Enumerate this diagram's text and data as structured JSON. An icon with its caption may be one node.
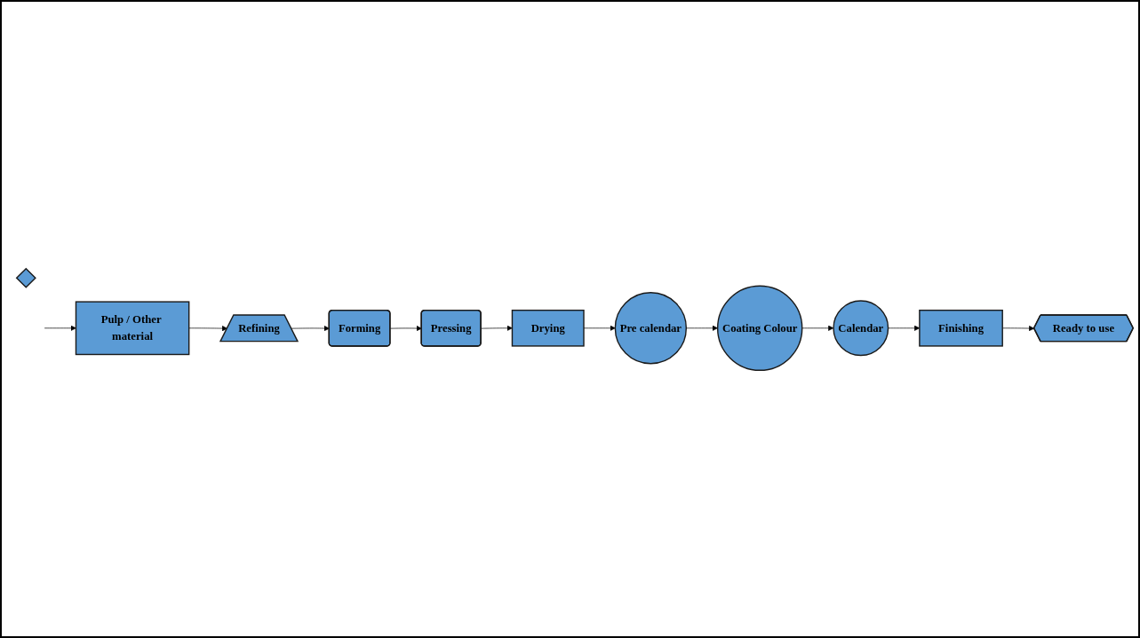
{
  "diagram": {
    "nodes": [
      {
        "text": [
          "Pulp / Other material"
        ]
      },
      {
        "text": [
          "Refining"
        ]
      },
      {
        "text": [
          "Forming"
        ]
      },
      {
        "text": [
          "Pressing"
        ]
      },
      {
        "text": [
          "Drying"
        ]
      },
      {
        "text": [
          "Pre calendar"
        ]
      },
      {
        "text": [],
        "shape": "diamond"
      },
      {
        "text": [
          "Coating Colour"
        ]
      },
      {
        "text": [
          "Calendar"
        ]
      },
      {
        "text": [
          "Finishing"
        ]
      },
      {
        "text": [
          "Ready to use"
        ]
      }
    ],
    "edges": [
      {
        "from": null,
        "to": 0,
        "arrow": "to"
      },
      {
        "from": 0,
        "to": 1,
        "arrow": "to"
      },
      {
        "from": 1,
        "to": 2,
        "arrow": "to"
      },
      {
        "from": 2,
        "to": 3,
        "arrow": "to"
      },
      {
        "from": 3,
        "to": 4,
        "arrow": "to"
      },
      {
        "from": 4,
        "to": 5,
        "arrow": "to"
      },
      {
        "from": 5,
        "to": 7,
        "arrow": "to"
      },
      {
        "from": 7,
        "to": 8,
        "arrow": "to"
      },
      {
        "from": 8,
        "to": 9,
        "arrow": "to"
      },
      {
        "from": 9,
        "to": 10,
        "arrow": "to"
      }
    ]
  }
}
